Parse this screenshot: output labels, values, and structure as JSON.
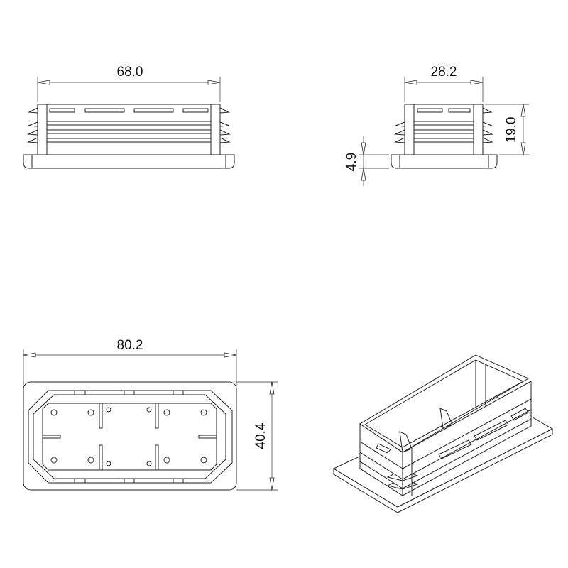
{
  "drawing": {
    "front_view": {
      "width_label": "68.0"
    },
    "side_view": {
      "depth_label": "28.2",
      "height_label": "19.0",
      "flange_label": "4.9"
    },
    "bottom_view": {
      "width_label": "80.2",
      "height_label": "40.4"
    },
    "isometric_view": {},
    "line_color": "#222222",
    "background": "#ffffff"
  }
}
